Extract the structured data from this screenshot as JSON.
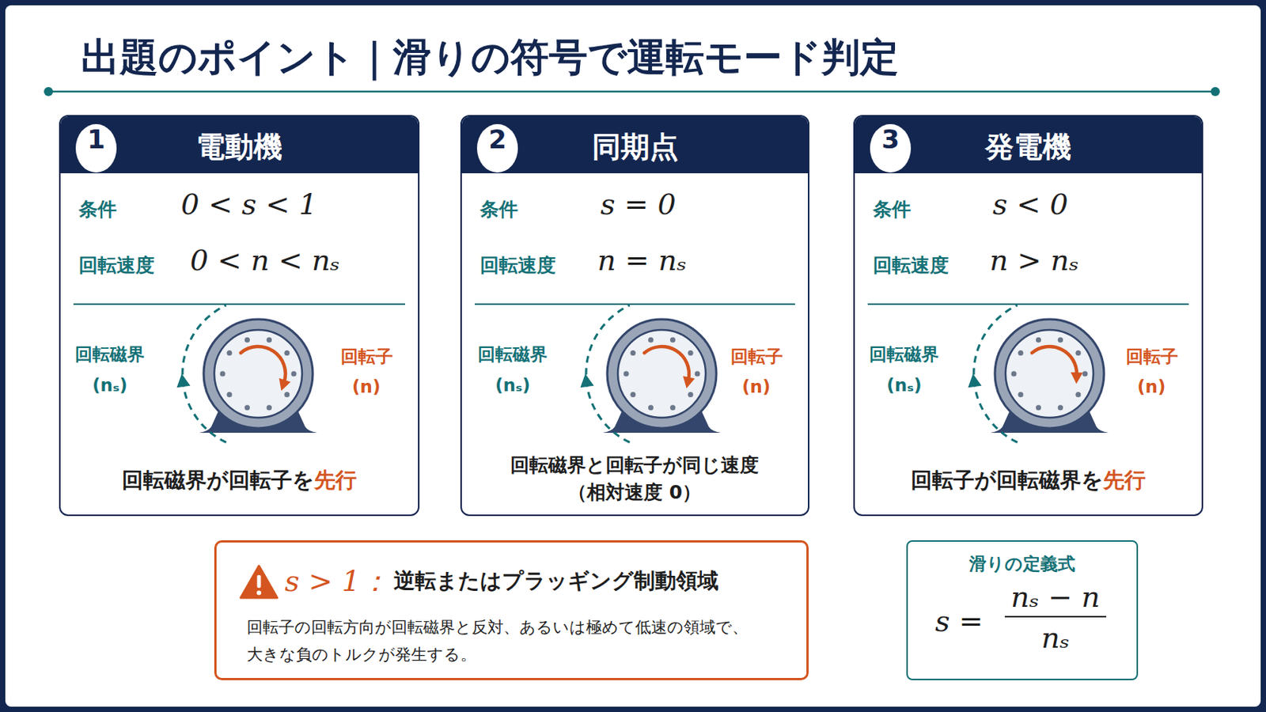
{
  "diagram": {
    "title": "出題のポイント｜滑りの符号で運転モード判定",
    "nodes": [
      {
        "text": [
          "電動機",
          "条件",
          "0 < s < 1",
          "回転速度",
          "0 < n < nₛ",
          "回転磁界が回転子を",
          "先行"
        ]
      },
      {
        "text": [
          "1"
        ],
        "in": 0
      },
      {
        "text": [
          "同期点",
          "条件",
          "s = 0",
          "回転速度",
          "n = nₛ",
          "回転磁界と回転子が同じ速度 （相対速度 0）"
        ]
      },
      {
        "text": [
          "2"
        ],
        "in": 2
      },
      {
        "text": [
          "発電機",
          "条件",
          "s < 0",
          "回転速度",
          "n > nₛ",
          "回転子が回転磁界を",
          "先行"
        ]
      },
      {
        "text": [
          "3"
        ],
        "in": 4
      },
      {
        "text": [
          "s > 1：",
          "逆転またはプラッギング制動領域",
          "回転子の回転方向が回転磁界と反対、あるいは極めて低速の領域で、 大きな負のトルクが発生する。"
        ]
      },
      {
        "text": [
          "滑りの定義式",
          "s =",
          "nₛ − n",
          "nₛ"
        ]
      }
    ],
    "labels": [
      "回転磁界",
      "(nₛ)",
      "回転子",
      "(n)",
      "回転磁界",
      "(nₛ)",
      "回転子",
      "(n)",
      "回転磁界",
      "(nₛ)",
      "回転子",
      "(n)"
    ]
  }
}
